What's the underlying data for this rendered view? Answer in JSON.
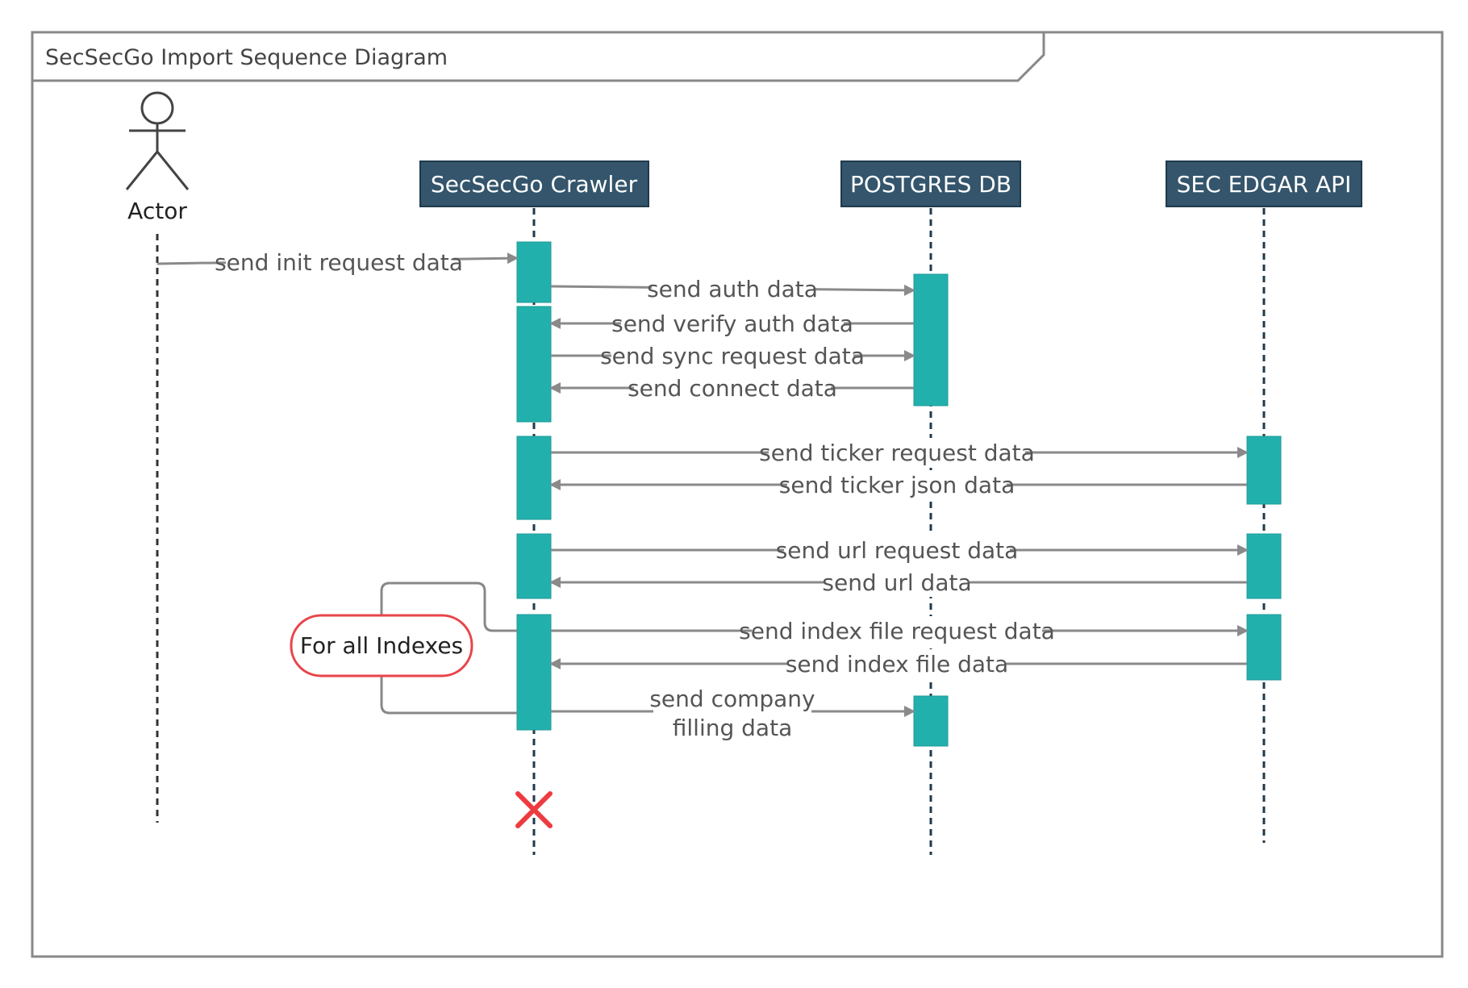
{
  "frame": {
    "title": "SecSecGo Import Sequence Diagram"
  },
  "actor": {
    "label": "Actor"
  },
  "lifelines": {
    "crawler": "SecSecGo Crawler",
    "postgres": "POSTGRES DB",
    "edgar": "SEC EDGAR API"
  },
  "messages": {
    "init": "send init request data",
    "auth": "send auth data",
    "verify": "send verify auth data",
    "sync": "send sync request data",
    "connect": "send connect data",
    "ticker_request": "send ticker request data",
    "ticker_json": "send ticker json data",
    "url_request": "send url request data",
    "url_data": "send url data",
    "index_request": "send index file request data",
    "index_data": "send index file data",
    "company_line1": "send company",
    "company_line2": "filling data"
  },
  "loop": {
    "label": "For all Indexes"
  },
  "colors": {
    "lifeline_header": "#34556b",
    "activation": "#22b0ad",
    "loop_border": "#e8444a",
    "destroy": "#ee3b3f",
    "arrow": "#8a8a8a",
    "frame": "#888888"
  }
}
